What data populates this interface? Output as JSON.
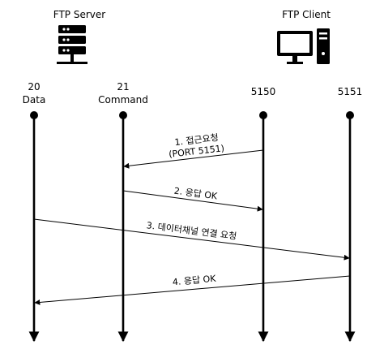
{
  "server": {
    "title": "FTP Server",
    "icon": "server-icon"
  },
  "client": {
    "title": "FTP Client",
    "icon": "desktop-computer-icon"
  },
  "ports": {
    "data_number": "20",
    "data_label": "Data",
    "command_number": "21",
    "command_label": "Command",
    "client_a": "5150",
    "client_b": "5151"
  },
  "messages": {
    "m1_line1": "1. 접근요청",
    "m1_line2": "(PORT 5151)",
    "m2": "2. 응답 OK",
    "m3": "3. 데이터채널 연결 요청",
    "m4": "4. 응답 OK"
  },
  "colors": {
    "ink": "#000000",
    "background": "#ffffff"
  }
}
